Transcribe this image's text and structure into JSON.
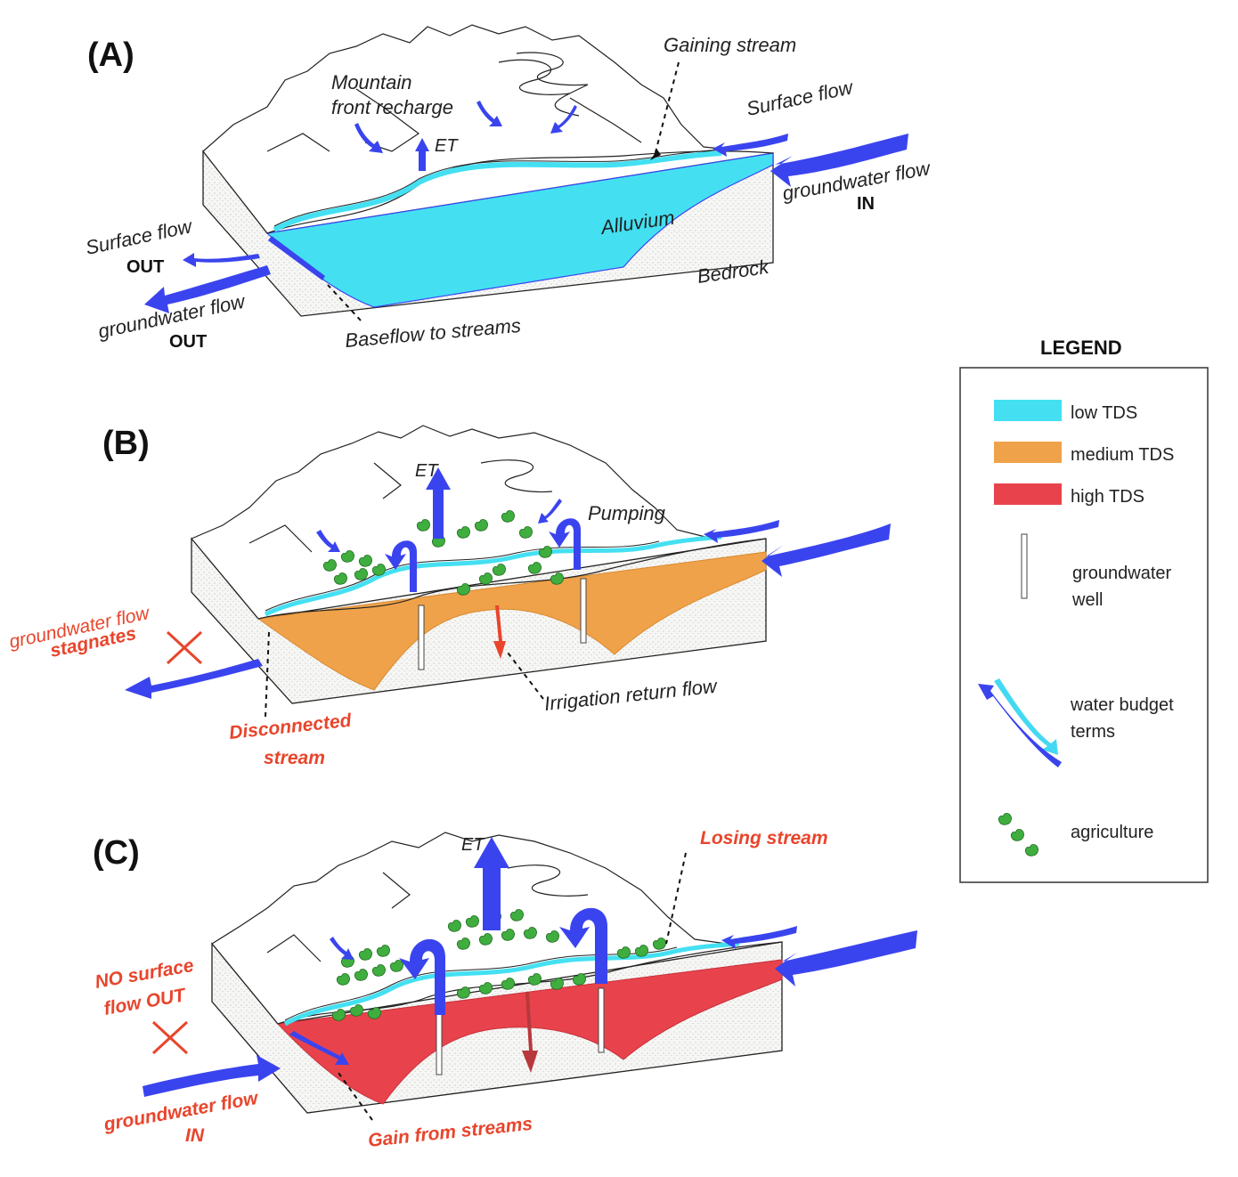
{
  "colors": {
    "low_tds": "#44e0f2",
    "medium_tds": "#f0a24a",
    "high_tds": "#e8434c",
    "arrow_blue": "#3a44ee",
    "arrow_light": "#44d9f2",
    "red_text": "#e8452c",
    "agriculture": "#3fae3f"
  },
  "panel_a": {
    "label": "(A)",
    "mountain_front_recharge_1": "Mountain",
    "mountain_front_recharge_2": "front recharge",
    "gaining_stream": "Gaining stream",
    "surface_flow": "Surface flow",
    "et": "ET",
    "gw_flow_in_1": "groundwater flow",
    "gw_flow_in_2": "IN",
    "alluvium": "Alluvium",
    "bedrock": "Bedrock",
    "surface_flow_out_1": "Surface flow",
    "surface_flow_out_2": "OUT",
    "gw_flow_out_1": "groundwater flow",
    "gw_flow_out_2": "OUT",
    "baseflow": "Baseflow to streams"
  },
  "panel_b": {
    "label": "(B)",
    "et": "ET",
    "pumping": "Pumping",
    "gw_stagnates_1": "groundwater flow",
    "gw_stagnates_2": "stagnates",
    "irrigation_return": "Irrigation return flow",
    "disconnected_1": "Disconnected",
    "disconnected_2": "stream"
  },
  "panel_c": {
    "label": "(C)",
    "et": "ET",
    "losing_stream": "Losing stream",
    "no_surface_1": "NO surface",
    "no_surface_2": "flow OUT",
    "gw_in_1": "groundwater flow",
    "gw_in_2": "IN",
    "gain_from_streams": "Gain from streams"
  },
  "legend": {
    "title": "LEGEND",
    "low_tds": "low TDS",
    "medium_tds": "medium TDS",
    "high_tds": "high TDS",
    "well_1": "groundwater",
    "well_2": "well",
    "budget_1": "water budget",
    "budget_2": "terms",
    "agriculture": "agriculture"
  }
}
